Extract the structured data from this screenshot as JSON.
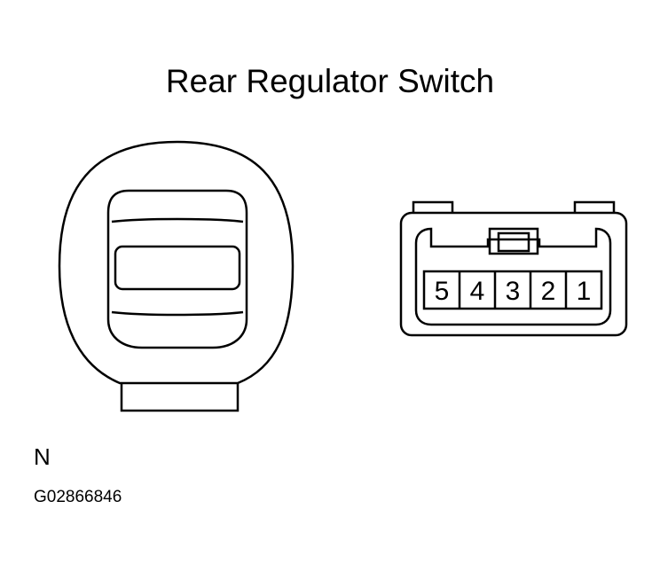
{
  "title": "Rear Regulator Switch",
  "view_label": "N",
  "figure_id": "G02866846",
  "connector": {
    "pins": [
      "5",
      "4",
      "3",
      "2",
      "1"
    ]
  },
  "colors": {
    "line": "#000000",
    "background": "#ffffff"
  }
}
